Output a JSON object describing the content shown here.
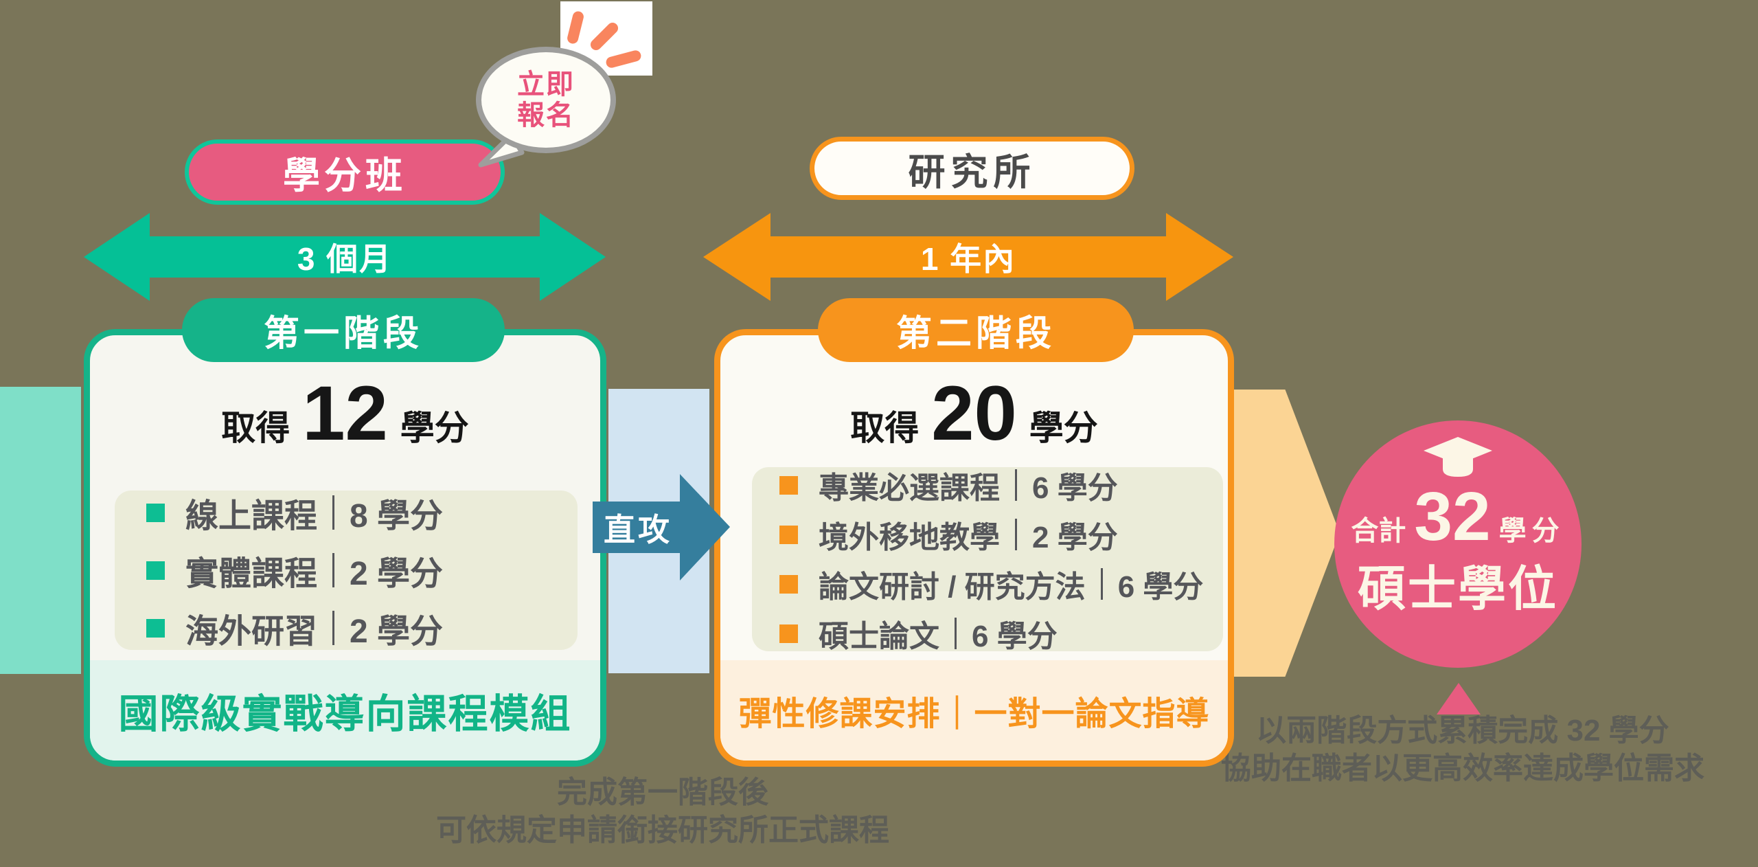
{
  "palette": {
    "background": "#7a7559",
    "pink": "#e75b80",
    "teal": "#15b389",
    "teal_bright": "#05c096",
    "orange": "#f7941d",
    "steel_blue": "#357e9d",
    "band_teal": "#7fdfc8",
    "band_blue": "#d2e4f2",
    "band_peach": "#fbd494",
    "list_box": "#ebecd9",
    "note_gray": "#5e5e57"
  },
  "cta_bubble": {
    "line1": "立即",
    "line2": "報名"
  },
  "icons": {
    "burst": "sparkle-burst-icon",
    "badge": "graduation-cap-icon"
  },
  "credit_track": {
    "pill": "學分班",
    "duration": "3 個月"
  },
  "grad_track": {
    "pill": "研究所",
    "duration": "1 年內"
  },
  "stage1": {
    "tab": "第一階段",
    "credits": {
      "prefix": "取得",
      "value": "12",
      "suffix": "學分"
    },
    "items": [
      {
        "label": "線上課程",
        "credits": "8 學分"
      },
      {
        "label": "實體課程",
        "credits": "2 學分"
      },
      {
        "label": "海外研習",
        "credits": "2 學分"
      }
    ],
    "footer": "國際級實戰導向課程模組"
  },
  "bridge": {
    "arrow_label": "直攻"
  },
  "stage2": {
    "tab": "第二階段",
    "credits": {
      "prefix": "取得",
      "value": "20",
      "suffix": "學分"
    },
    "items": [
      {
        "label": "專業必選課程",
        "credits": "6 學分"
      },
      {
        "label": "境外移地教學",
        "credits": "2 學分"
      },
      {
        "label": "論文研討 / 研究方法",
        "credits": "6 學分"
      },
      {
        "label": "碩士論文",
        "credits": "6 學分"
      }
    ],
    "footer": "彈性修課安排｜一對一論文指導"
  },
  "degree_badge": {
    "total_prefix": "合計",
    "total_value": "32",
    "total_suffix": "學分",
    "degree": "碩士學位"
  },
  "notes": {
    "bridge_note": [
      "完成第一階段後",
      "可依規定申請銜接研究所正式課程"
    ],
    "summary_note": [
      "以兩階段方式累積完成 32 學分",
      "協助在職者以更高效率達成學位需求"
    ]
  }
}
